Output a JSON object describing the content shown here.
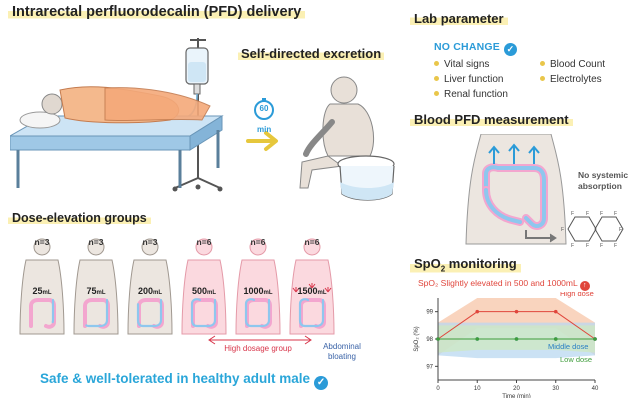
{
  "titles": {
    "main": "Intrarectal perfluorodecalin (PFD) delivery",
    "excretion": "Self-directed excretion",
    "dose_groups": "Dose-elevation groups",
    "lab": "Lab parameter",
    "blood_pfd": "Blood PFD measurement",
    "spo2_prefix": "SpO",
    "spo2_sub": "2",
    "spo2_suffix": " monitoring"
  },
  "timer": {
    "value": "60",
    "unit": "min"
  },
  "lab": {
    "status": "NO CHANGE",
    "left_items": [
      "Vital signs",
      "Liver function",
      "Renal function"
    ],
    "right_items": [
      "Blood Count",
      "Electrolytes"
    ]
  },
  "blood_pfd": {
    "note": "No systemic absorption"
  },
  "groups": [
    {
      "n": "n=3",
      "dose": "25",
      "unit": "mL",
      "high": false
    },
    {
      "n": "n=3",
      "dose": "75",
      "unit": "mL",
      "high": false
    },
    {
      "n": "n=3",
      "dose": "200",
      "unit": "mL",
      "high": false
    },
    {
      "n": "n=6",
      "dose": "500",
      "unit": "mL",
      "high": true
    },
    {
      "n": "n=6",
      "dose": "1000",
      "unit": "mL",
      "high": true
    },
    {
      "n": "n=6",
      "dose": "1500",
      "unit": "mL",
      "high": true
    }
  ],
  "annotations": {
    "high_dosage_group": "High dosage group",
    "abdominal_bloating": "Abdominal bloating"
  },
  "conclusion": "Safe & well-tolerated in healthy adult male",
  "spo2_note": "SpO₂ Slightly elevated in 500 and 1000mL",
  "chart_data": {
    "type": "line",
    "x": [
      0,
      10,
      20,
      30,
      40
    ],
    "xlim": [
      0,
      40
    ],
    "ylim": [
      96.5,
      99.5
    ],
    "xticks": [
      0,
      10,
      20,
      30,
      40
    ],
    "yticks": [
      97,
      98,
      99
    ],
    "xlabel": "Time (min)",
    "ylabel": "SpO₂ (%)",
    "series": [
      {
        "name": "High dose",
        "color": "#e0463c",
        "band": "#f7c6a8",
        "values": [
          98,
          99,
          99,
          99,
          98
        ],
        "band_lo": [
          97.4,
          98.4,
          98.4,
          98.4,
          97.4
        ],
        "band_hi": [
          98.6,
          99.5,
          99.5,
          99.5,
          98.6
        ]
      },
      {
        "name": "Middle dose",
        "color": "#2b7fc4",
        "band": "#b9d8f0",
        "values": [
          98,
          98,
          98,
          98,
          98
        ],
        "band_lo": [
          97.4,
          97.3,
          97.3,
          97.3,
          97.4
        ],
        "band_hi": [
          98.6,
          98.6,
          98.6,
          98.6,
          98.6
        ]
      },
      {
        "name": "Low dose",
        "color": "#3f9d3c",
        "band": "#cde8c2",
        "values": [
          98,
          98,
          98,
          98,
          98
        ],
        "band_lo": [
          97.5,
          97.6,
          97.6,
          97.6,
          97.5
        ],
        "band_hi": [
          98.5,
          98.5,
          98.5,
          98.5,
          98.5
        ]
      }
    ]
  }
}
